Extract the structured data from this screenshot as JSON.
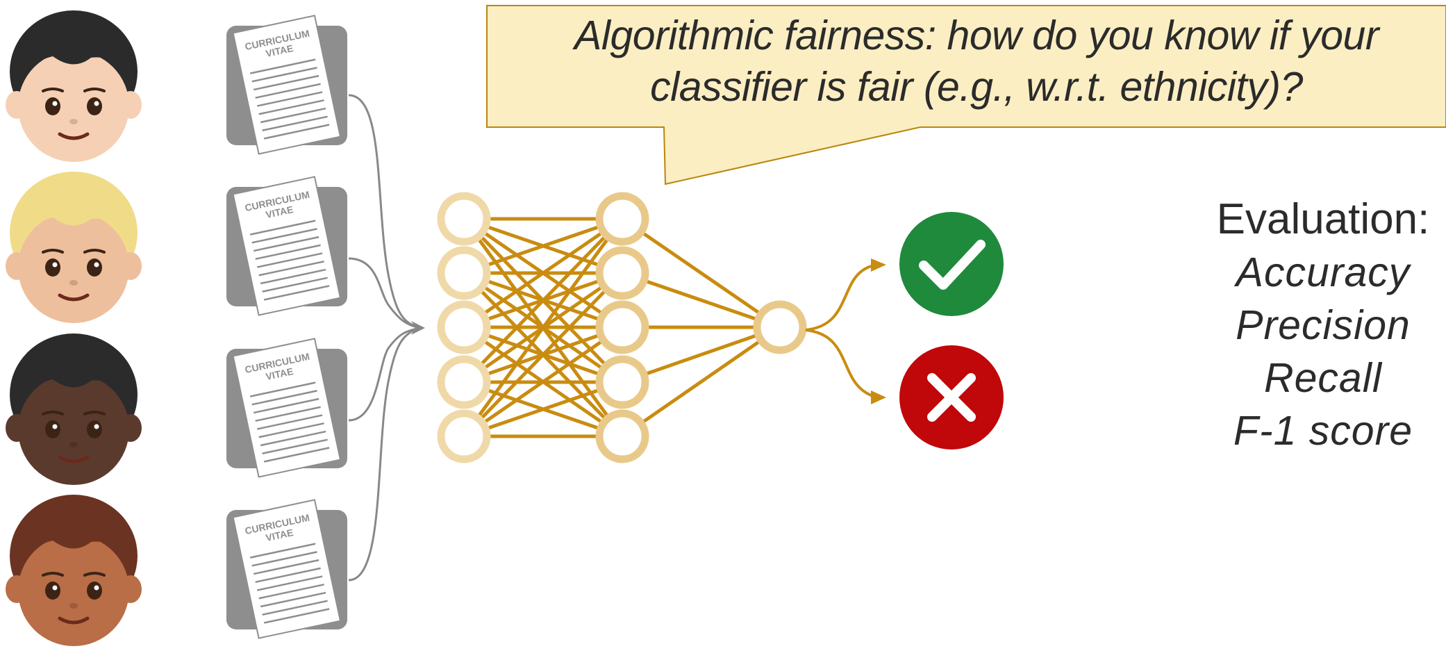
{
  "callout": {
    "line1": "Algorithmic fairness: how do you know if your",
    "line2": "classifier is fair (e.g., w.r.t. ethnicity)?",
    "fill": "#fbeec3",
    "border": "#b8860b"
  },
  "evaluation": {
    "title": "Evaluation",
    "colon": ":",
    "metrics": [
      "Accuracy",
      "Precision",
      "Recall",
      "F-1 score"
    ]
  },
  "cv_documents": [
    {
      "line1": "CURRICULUM",
      "line2": "VITAE"
    },
    {
      "line1": "CURRICULUM",
      "line2": "VITAE"
    },
    {
      "line1": "CURRICULUM",
      "line2": "VITAE"
    },
    {
      "line1": "CURRICULUM",
      "line2": "VITAE"
    }
  ],
  "people": [
    {
      "icon": "person-icon",
      "hair": "#2b2b2b",
      "skin": "#f6d0b4"
    },
    {
      "icon": "person-icon",
      "hair": "#f0dc88",
      "skin": "#eebf9c"
    },
    {
      "icon": "person-icon",
      "hair": "#2b2b2b",
      "skin": "#5b3a2e"
    },
    {
      "icon": "person-icon",
      "hair": "#6b3322",
      "skin": "#b96e47"
    }
  ],
  "network": {
    "layers": [
      5,
      5,
      1
    ],
    "color": "#c98c10",
    "node_fill": "#ffffff"
  },
  "outputs": [
    {
      "icon": "checkmark-icon",
      "color": "#1f8a3c"
    },
    {
      "icon": "cross-icon",
      "color": "#c0070a"
    }
  ],
  "colors": {
    "connector": "#888888",
    "arrow": "#c98c10",
    "text": "#2b2b2b"
  }
}
